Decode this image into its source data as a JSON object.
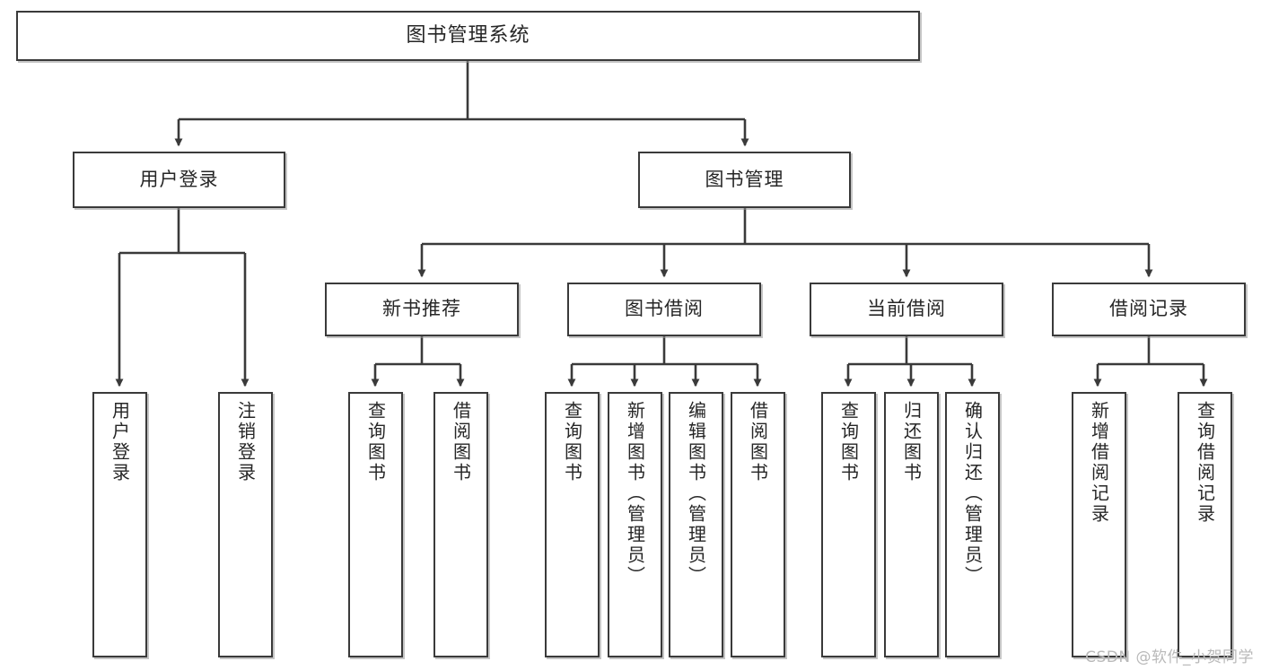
{
  "diagram": {
    "type": "tree-hierarchy-chart",
    "title": "图书管理系统",
    "watermark": "CSDN @软件_小贺同学",
    "colors": {
      "node_border": "#3a3a3a",
      "node_fill": "#ffffff",
      "edge": "#3a3a3a",
      "text": "#262626",
      "watermark": "#b9b9b9",
      "background": "#ffffff"
    },
    "nodes": {
      "root": {
        "label": "图书管理系统"
      },
      "level1": [
        {
          "id": "user-login",
          "label": "用户登录"
        },
        {
          "id": "book-manage",
          "label": "图书管理"
        }
      ],
      "level2": [
        {
          "id": "new-book-recommend",
          "label": "新书推荐"
        },
        {
          "id": "book-borrow",
          "label": "图书借阅"
        },
        {
          "id": "current-borrow",
          "label": "当前借阅"
        },
        {
          "id": "borrow-record",
          "label": "借阅记录"
        }
      ],
      "leaves": {
        "user_login": [
          {
            "id": "leaf-user-login",
            "label": "用户登录"
          },
          {
            "id": "leaf-logout-login",
            "label": "注销登录"
          }
        ],
        "new_book_recommend": [
          {
            "id": "leaf-query-book-1",
            "label": "查询图书"
          },
          {
            "id": "leaf-borrow-book-1",
            "label": "借阅图书"
          }
        ],
        "book_borrow": [
          {
            "id": "leaf-query-book-2",
            "label": "查询图书"
          },
          {
            "id": "leaf-add-book-admin",
            "label": "新增图书（管理员）"
          },
          {
            "id": "leaf-edit-book-admin",
            "label": "编辑图书（管理员）"
          },
          {
            "id": "leaf-borrow-book-2",
            "label": "借阅图书"
          }
        ],
        "current_borrow": [
          {
            "id": "leaf-query-book-3",
            "label": "查询图书"
          },
          {
            "id": "leaf-return-book",
            "label": "归还图书"
          },
          {
            "id": "leaf-confirm-return-admin",
            "label": "确认归还（管理员）"
          }
        ],
        "borrow_record": [
          {
            "id": "leaf-add-borrow-record",
            "label": "新增借阅记录"
          },
          {
            "id": "leaf-query-borrow-record",
            "label": "查询借阅记录"
          }
        ]
      }
    }
  }
}
